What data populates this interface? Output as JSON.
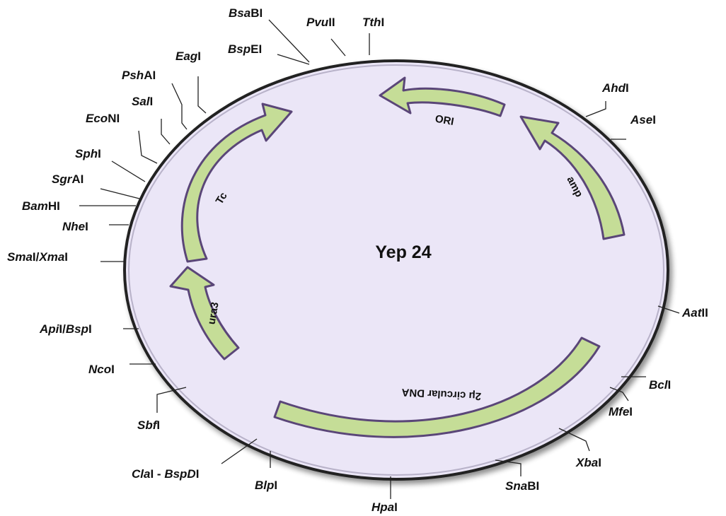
{
  "plasmid": {
    "name": "Yep 24"
  },
  "colors": {
    "backbone_fill": "#ebe6f7",
    "backbone_stroke": "#222222",
    "arrow_fill": "#c5dd97",
    "arrow_stroke": "#5a4678"
  },
  "features": [
    {
      "id": "ori",
      "label": "ORI"
    },
    {
      "id": "amp",
      "label": "amp"
    },
    {
      "id": "2u",
      "label": "2μ circular DNA"
    },
    {
      "id": "ura3",
      "label": "ura3"
    },
    {
      "id": "tc",
      "label": "Tc"
    }
  ],
  "sites": [
    {
      "id": "bsabi",
      "ital": "Bsa",
      "rest": "BI"
    },
    {
      "id": "pvuii",
      "ital": "Pvu",
      "rest": "II"
    },
    {
      "id": "tthi",
      "ital": "Tth",
      "rest": "I"
    },
    {
      "id": "bspei",
      "ital": "Bsp",
      "rest": "EI"
    },
    {
      "id": "eagi",
      "ital": "Eag",
      "rest": "I"
    },
    {
      "id": "pshai",
      "ital": "Psh",
      "rest": "AI"
    },
    {
      "id": "sali",
      "ital": "Sal",
      "rest": "I"
    },
    {
      "id": "econi",
      "ital": "Eco",
      "rest": "NI"
    },
    {
      "id": "sphi",
      "ital": "Sph",
      "rest": "I"
    },
    {
      "id": "sgrai",
      "ital": "Sgr",
      "rest": "AI"
    },
    {
      "id": "bamhi",
      "ital": "Bam",
      "rest": "HI"
    },
    {
      "id": "nhei",
      "ital": "Nhe",
      "rest": "I"
    },
    {
      "id": "smai",
      "ital": "Sma",
      "rest": "I/",
      "ital2": "Xma",
      "rest2": "I"
    },
    {
      "id": "apii",
      "ital": "Api",
      "rest": "I/",
      "ital2": "Bsp",
      "rest2": "I"
    },
    {
      "id": "ncoi",
      "ital": "Nco",
      "rest": "I"
    },
    {
      "id": "sbfi",
      "ital": "Sbf",
      "rest": "I"
    },
    {
      "id": "clai",
      "ital": "Cla",
      "rest": "I - ",
      "ital2": "BspD",
      "rest2": "I"
    },
    {
      "id": "blpi",
      "ital": "Blp",
      "rest": "I"
    },
    {
      "id": "hpai",
      "ital": "Hpa",
      "rest": "I"
    },
    {
      "id": "snabi",
      "ital": "Sna",
      "rest": "BI"
    },
    {
      "id": "xbai",
      "ital": "Xba",
      "rest": "I"
    },
    {
      "id": "mfei",
      "ital": "Mfe",
      "rest": "I"
    },
    {
      "id": "bcli",
      "ital": "Bcl",
      "rest": "I"
    },
    {
      "id": "aatii",
      "ital": "Aat",
      "rest": "II"
    },
    {
      "id": "ahdi",
      "ital": "Ahd",
      "rest": "I"
    },
    {
      "id": "asei",
      "ital": "Ase",
      "rest": "I"
    }
  ]
}
